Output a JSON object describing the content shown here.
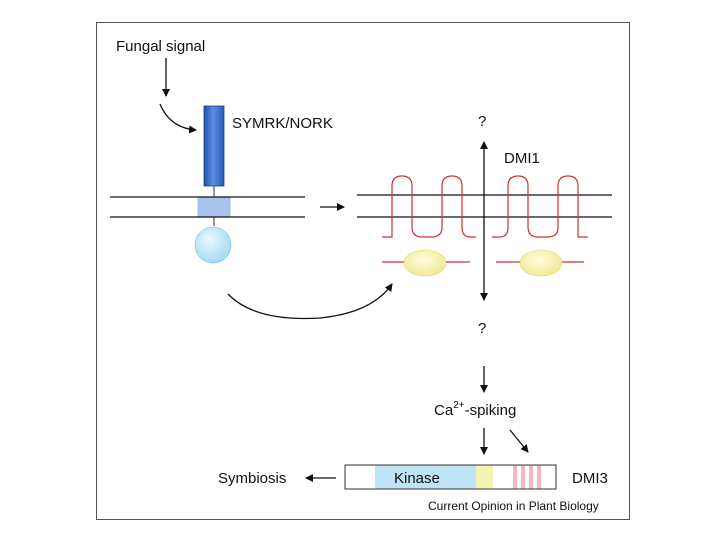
{
  "labels": {
    "fungal_signal": "Fungal signal",
    "receptor": "SYMRK/NORK",
    "channel": "DMI1",
    "question_top": "?",
    "question_bottom": "?",
    "calcium_base": "Ca",
    "calcium_sup": "2+",
    "calcium_rest": "-spiking",
    "symbiosis": "Symbiosis",
    "kinase": "Kinase",
    "dmi3": "DMI3",
    "credit": "Current Opinion in Plant Biology"
  },
  "colors": {
    "receptor_blue": "#2f63c4",
    "receptor_light": "#a9c3ea",
    "receptor_ball": "#bfe6f7",
    "channel_red": "#d33030",
    "channel_yellow": "#f7f3a8",
    "kinase_band": "#bfe4f6",
    "yellow_band": "#f4f3b0",
    "pink_band": "#f1b8c4",
    "arrow": "#111111"
  }
}
